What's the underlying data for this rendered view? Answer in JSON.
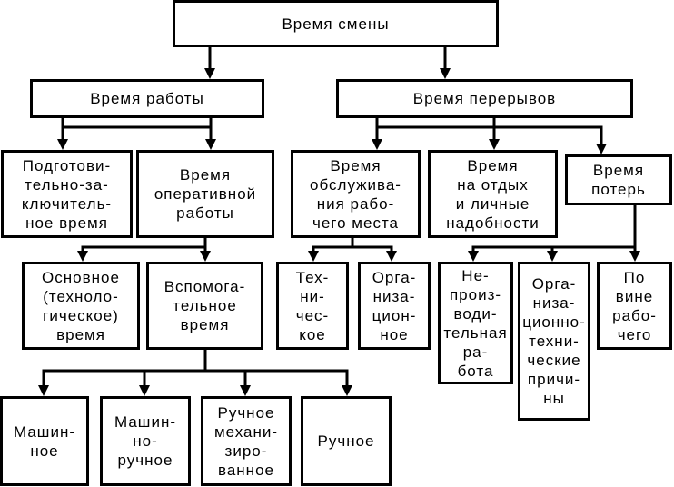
{
  "diagram": {
    "type": "hierarchy",
    "nodes": [
      {
        "id": "shift",
        "text": "Время смены"
      },
      {
        "id": "work",
        "text": "Время работы"
      },
      {
        "id": "breaks",
        "text": "Время перерывов"
      },
      {
        "id": "prep",
        "text": "Подготови-\nтельно-за-\nключитель-\nное время"
      },
      {
        "id": "oper",
        "text": "Время\nоперативной\nработы"
      },
      {
        "id": "service",
        "text": "Время\nобслужива-\nния рабо-\nчего места"
      },
      {
        "id": "rest",
        "text": "Время\nна отдых\nи личные\nнадобности"
      },
      {
        "id": "loss",
        "text": "Время\nпотерь"
      },
      {
        "id": "main",
        "text": "Основное\n(техноло-\nгическое)\nвремя"
      },
      {
        "id": "aux",
        "text": "Вспомога-\nтельное\nвремя"
      },
      {
        "id": "tech",
        "text": "Тех-\nни-\nчес-\nкое"
      },
      {
        "id": "org",
        "text": "Орга-\nниза-\nцион-\nное"
      },
      {
        "id": "unprod",
        "text": "Не-\nпроиз-\nводи-\nтельная\nра-\nбота"
      },
      {
        "id": "orgtech",
        "text": "Орга-\nниза-\nционно-\nтехни-\nческие\nпричи-\nны"
      },
      {
        "id": "worker",
        "text": "По\nвине\nрабо-\nчего"
      },
      {
        "id": "machine",
        "text": "Машин-\nное"
      },
      {
        "id": "machman",
        "text": "Машин-\nно-\nручное"
      },
      {
        "id": "manmech",
        "text": "Ручное\nмехани-\nзиро-\nванное"
      },
      {
        "id": "manual",
        "text": "Ручное"
      }
    ],
    "edges": [
      {
        "from": "shift",
        "to": "work"
      },
      {
        "from": "shift",
        "to": "breaks"
      },
      {
        "from": "work",
        "to": "prep"
      },
      {
        "from": "work",
        "to": "oper"
      },
      {
        "from": "breaks",
        "to": "service"
      },
      {
        "from": "breaks",
        "to": "rest"
      },
      {
        "from": "breaks",
        "to": "loss"
      },
      {
        "from": "oper",
        "to": "main"
      },
      {
        "from": "oper",
        "to": "aux"
      },
      {
        "from": "service",
        "to": "tech"
      },
      {
        "from": "service",
        "to": "org"
      },
      {
        "from": "loss",
        "to": "unprod"
      },
      {
        "from": "loss",
        "to": "orgtech"
      },
      {
        "from": "loss",
        "to": "worker"
      },
      {
        "from": "aux",
        "to": "machine"
      },
      {
        "from": "aux",
        "to": "machman"
      },
      {
        "from": "aux",
        "to": "manmech"
      },
      {
        "from": "aux",
        "to": "manual"
      }
    ]
  },
  "colors": {
    "stroke": "#000000",
    "background": "#ffffff"
  }
}
